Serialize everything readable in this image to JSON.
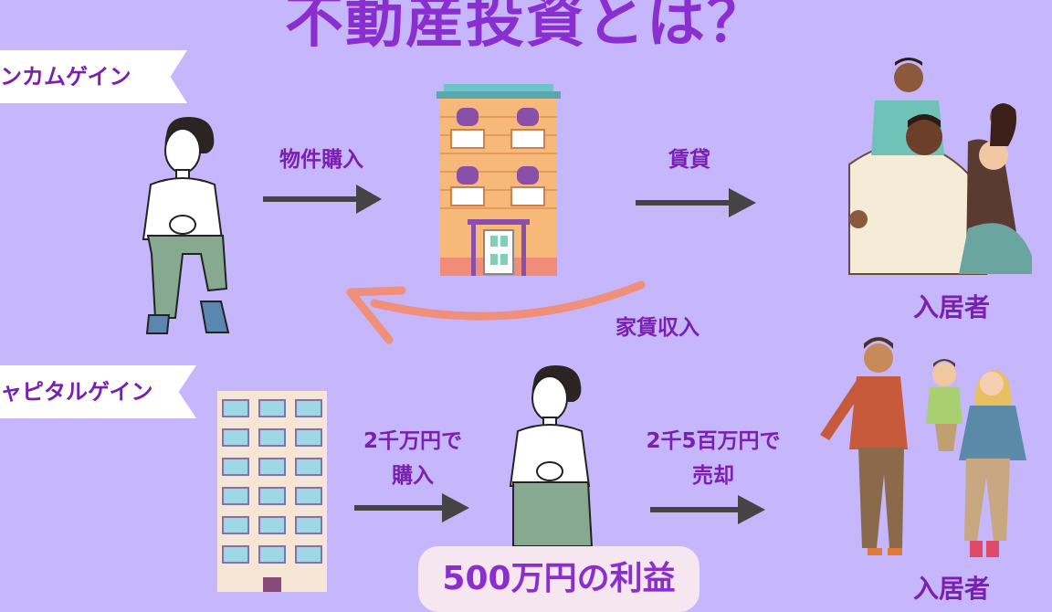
{
  "title": "不動産投資とは？",
  "section_income": {
    "tag": "ンカムゲイン"
  },
  "section_capital": {
    "tag": "ャピタルゲイン"
  },
  "flows": {
    "purchase": "物件購入",
    "rent": "賃貸",
    "rent_income": "家賃収入",
    "buy_line1": "2千万円で",
    "buy_line2": "購入",
    "sell_line1": "2千5百万円で",
    "sell_line2": "売却"
  },
  "residents_label_top": "入居者",
  "residents_label_bottom": "入居者",
  "profit": "500万円の利益",
  "colors": {
    "background": "#c6b6fb",
    "title": "#8a2ecf",
    "label": "#7a1fb0",
    "arrow": "#444444",
    "return_arrow": "#f0907a"
  }
}
